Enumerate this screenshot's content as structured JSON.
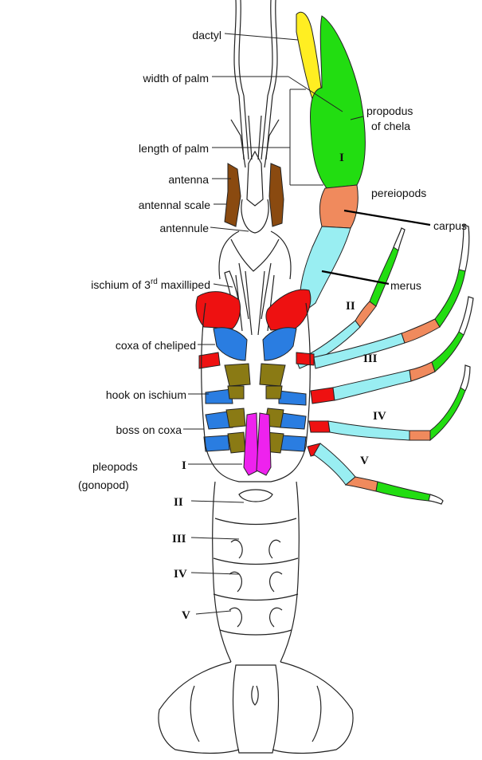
{
  "labels": {
    "dactyl": "dactyl",
    "width_of_palm": "width of palm",
    "length_of_palm": "length of palm",
    "antenna": "antenna",
    "antennal_scale": "antennal  scale",
    "antennule": "antennule",
    "ischium_3rd_maxilliped_a": "ischium of 3",
    "ischium_3rd_maxilliped_sup": "rd",
    "ischium_3rd_maxilliped_b": " maxilliped",
    "coxa_of_cheliped": "coxa of cheliped",
    "hook_on_ischium": "hook on ischium",
    "boss_on_coxa": "boss on coxa",
    "pleopods": "pleopods",
    "gonopod": "(gonopod)",
    "propodus_line1": "propodus",
    "propodus_line2": "of chela",
    "pereiopods": "pereiopods",
    "carpus": "carpus",
    "merus": "merus"
  },
  "numerals": {
    "leg_I": "I",
    "leg_II": "II",
    "leg_III": "III",
    "leg_IV": "IV",
    "leg_V": "V",
    "pleo_I": "I",
    "pleo_II": "II",
    "pleo_III": "III",
    "pleo_IV": "IV",
    "pleo_V": "V"
  },
  "colors": {
    "dactyl": "#ffee22",
    "propodus": "#22dd11",
    "carpus": "#f08a5d",
    "merus": "#99eef2",
    "ischium": "#ee1111",
    "coxa": "#2a7de1",
    "basis": "#8a7a14",
    "gonopod": "#ee22ee",
    "antenna": "#8a4a10"
  }
}
